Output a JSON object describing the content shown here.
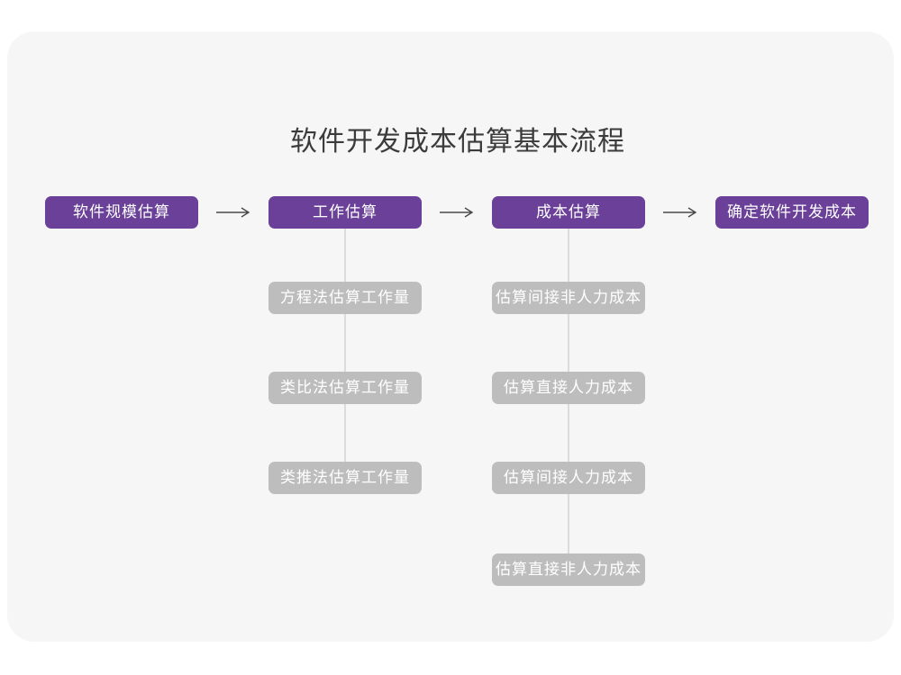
{
  "title": "软件开发成本估算基本流程",
  "flow": {
    "main_nodes": [
      {
        "label": "软件规模估算"
      },
      {
        "label": "工作估算"
      },
      {
        "label": "成本估算"
      },
      {
        "label": "确定软件开发成本"
      }
    ],
    "work_sub_nodes": [
      {
        "label": "方程法估算工作量"
      },
      {
        "label": "类比法估算工作量"
      },
      {
        "label": "类推法估算工作量"
      }
    ],
    "cost_sub_nodes": [
      {
        "label": "估算间接非人力成本"
      },
      {
        "label": "估算直接人力成本"
      },
      {
        "label": "估算间接人力成本"
      },
      {
        "label": "估算直接非人力成本"
      }
    ]
  },
  "colors": {
    "card_bg": "#f6f6f6",
    "main_node_bg": "#6a4098",
    "sub_node_bg": "#bdbdbd",
    "node_text": "#ffffff",
    "title_text": "#3b3b3b",
    "connector": "#dcdcdc",
    "arrow": "#4a4a4a"
  }
}
